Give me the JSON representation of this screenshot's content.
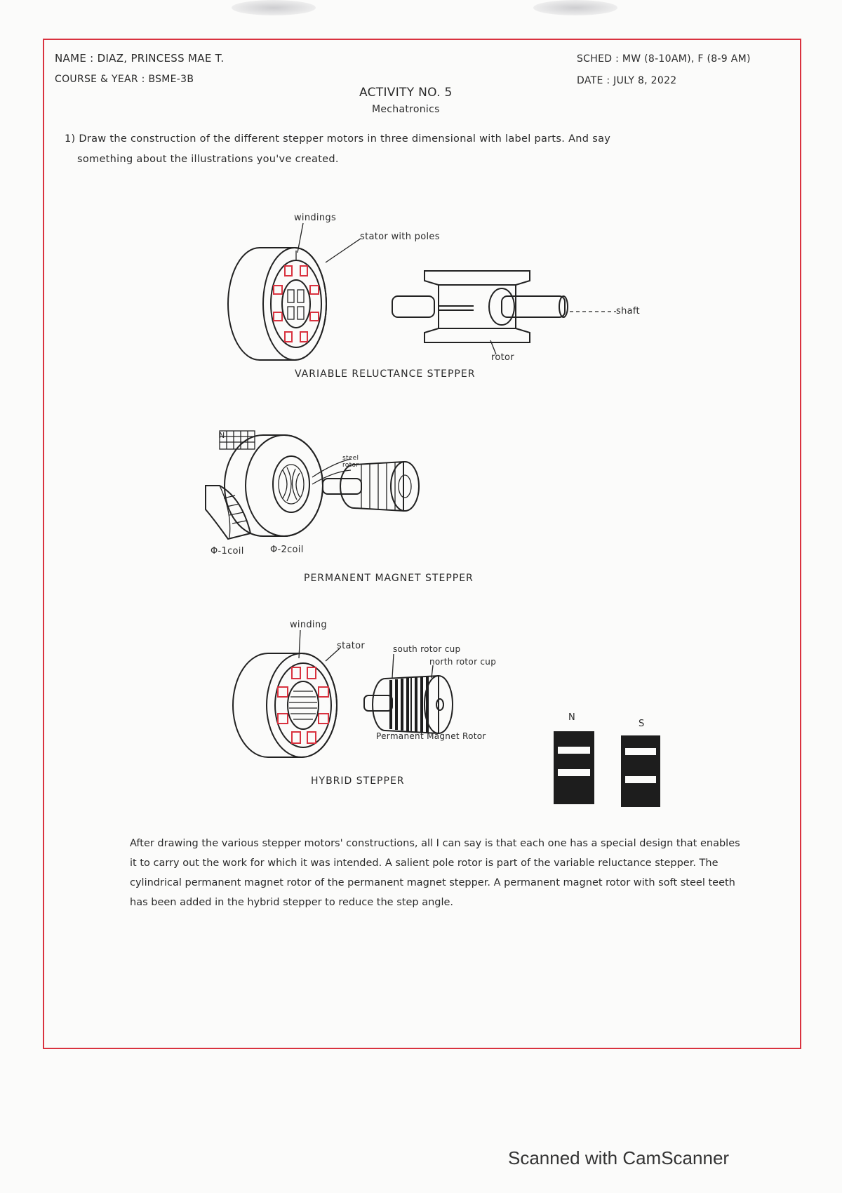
{
  "header": {
    "name": "NAME : DIAZ, PRINCESS MAE T.",
    "course": "COURSE & YEAR : BSME-3B",
    "schedule": "SCHED : MW (8-10AM), F (8-9 AM)",
    "date": "DATE : JULY 8, 2022",
    "activity_title": "ACTIVITY NO. 5",
    "subject": "Mechatronics"
  },
  "instruction": {
    "line1": "1) Draw the construction of the different stepper motors in three dimensional with label parts. And say",
    "line2": "something about the illustrations you've created."
  },
  "variable_reluctance": {
    "label_windings": "windings",
    "label_stator": "stator with poles",
    "label_shaft": "shaft",
    "label_rotor": "rotor",
    "caption": "VARIABLE RELUCTANCE STEPPER"
  },
  "permanent_magnet": {
    "label_n": "N",
    "label_coil_a": "Φ-1coil",
    "label_coil_b": "Φ-2coil",
    "label_rotor": "steel rotor",
    "caption": "PERMANENT MAGNET STEPPER"
  },
  "hybrid": {
    "label_winding": "winding",
    "label_stator": "stator",
    "label_south_cup": "south rotor cup",
    "label_north_cup": "north rotor cup",
    "label_pm_rotor": "Permanent Magnet Rotor",
    "label_n": "N",
    "label_s": "S",
    "caption": "HYBRID STEPPER"
  },
  "reflection": {
    "text": "After drawing the various stepper motors' constructions, all I can say is that each one has a special design that enables it to carry out the work for which it was intended. A salient pole rotor is part of the variable reluctance stepper. The cylindrical permanent magnet rotor of the permanent magnet stepper. A permanent magnet rotor with soft steel teeth has been added in the hybrid stepper to reduce the step angle."
  },
  "footer": {
    "scanner": "Scanned with CamScanner"
  },
  "colors": {
    "frame": "#d9323f",
    "ink": "#222222",
    "paper": "#fbfbfa"
  }
}
